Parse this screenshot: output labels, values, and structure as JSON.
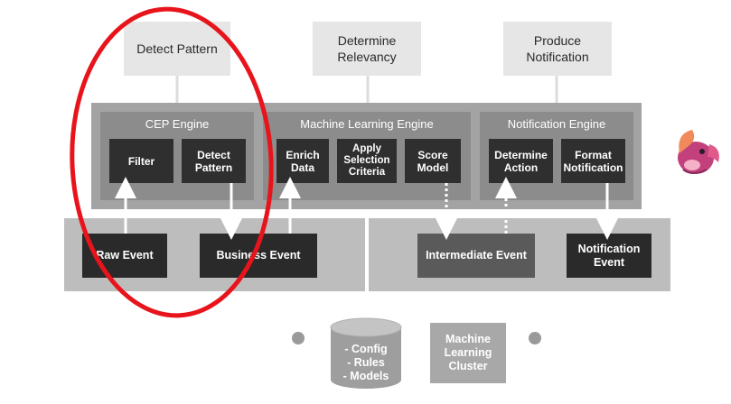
{
  "top_labels": {
    "detect_pattern": "Detect Pattern",
    "determine_relevancy": "Determine\nRelevancy",
    "produce_notification": "Produce\nNotification"
  },
  "engines": {
    "cep": {
      "title": "CEP Engine",
      "nodes": [
        "Filter",
        "Detect\nPattern"
      ]
    },
    "ml": {
      "title": "Machine Learning Engine",
      "nodes": [
        "Enrich\nData",
        "Apply\nSelection\nCriteria",
        "Score\nModel"
      ]
    },
    "notification": {
      "title": "Notification Engine",
      "nodes": [
        "Determine\nAction",
        "Format\nNotification"
      ]
    }
  },
  "events": {
    "raw": "Raw Event",
    "business": "Business Event",
    "intermediate": "Intermediate Event",
    "notification": "Notification\nEvent"
  },
  "storage": {
    "items": "- Config\n- Rules\n- Models",
    "cluster": "Machine\nLearning\nCluster"
  },
  "colors": {
    "highlight_ellipse": "#e8141b",
    "logo_primary": "#c2417d",
    "logo_secondary": "#f08a5a"
  },
  "icons": {
    "logo": "squirrel-logo-icon"
  }
}
